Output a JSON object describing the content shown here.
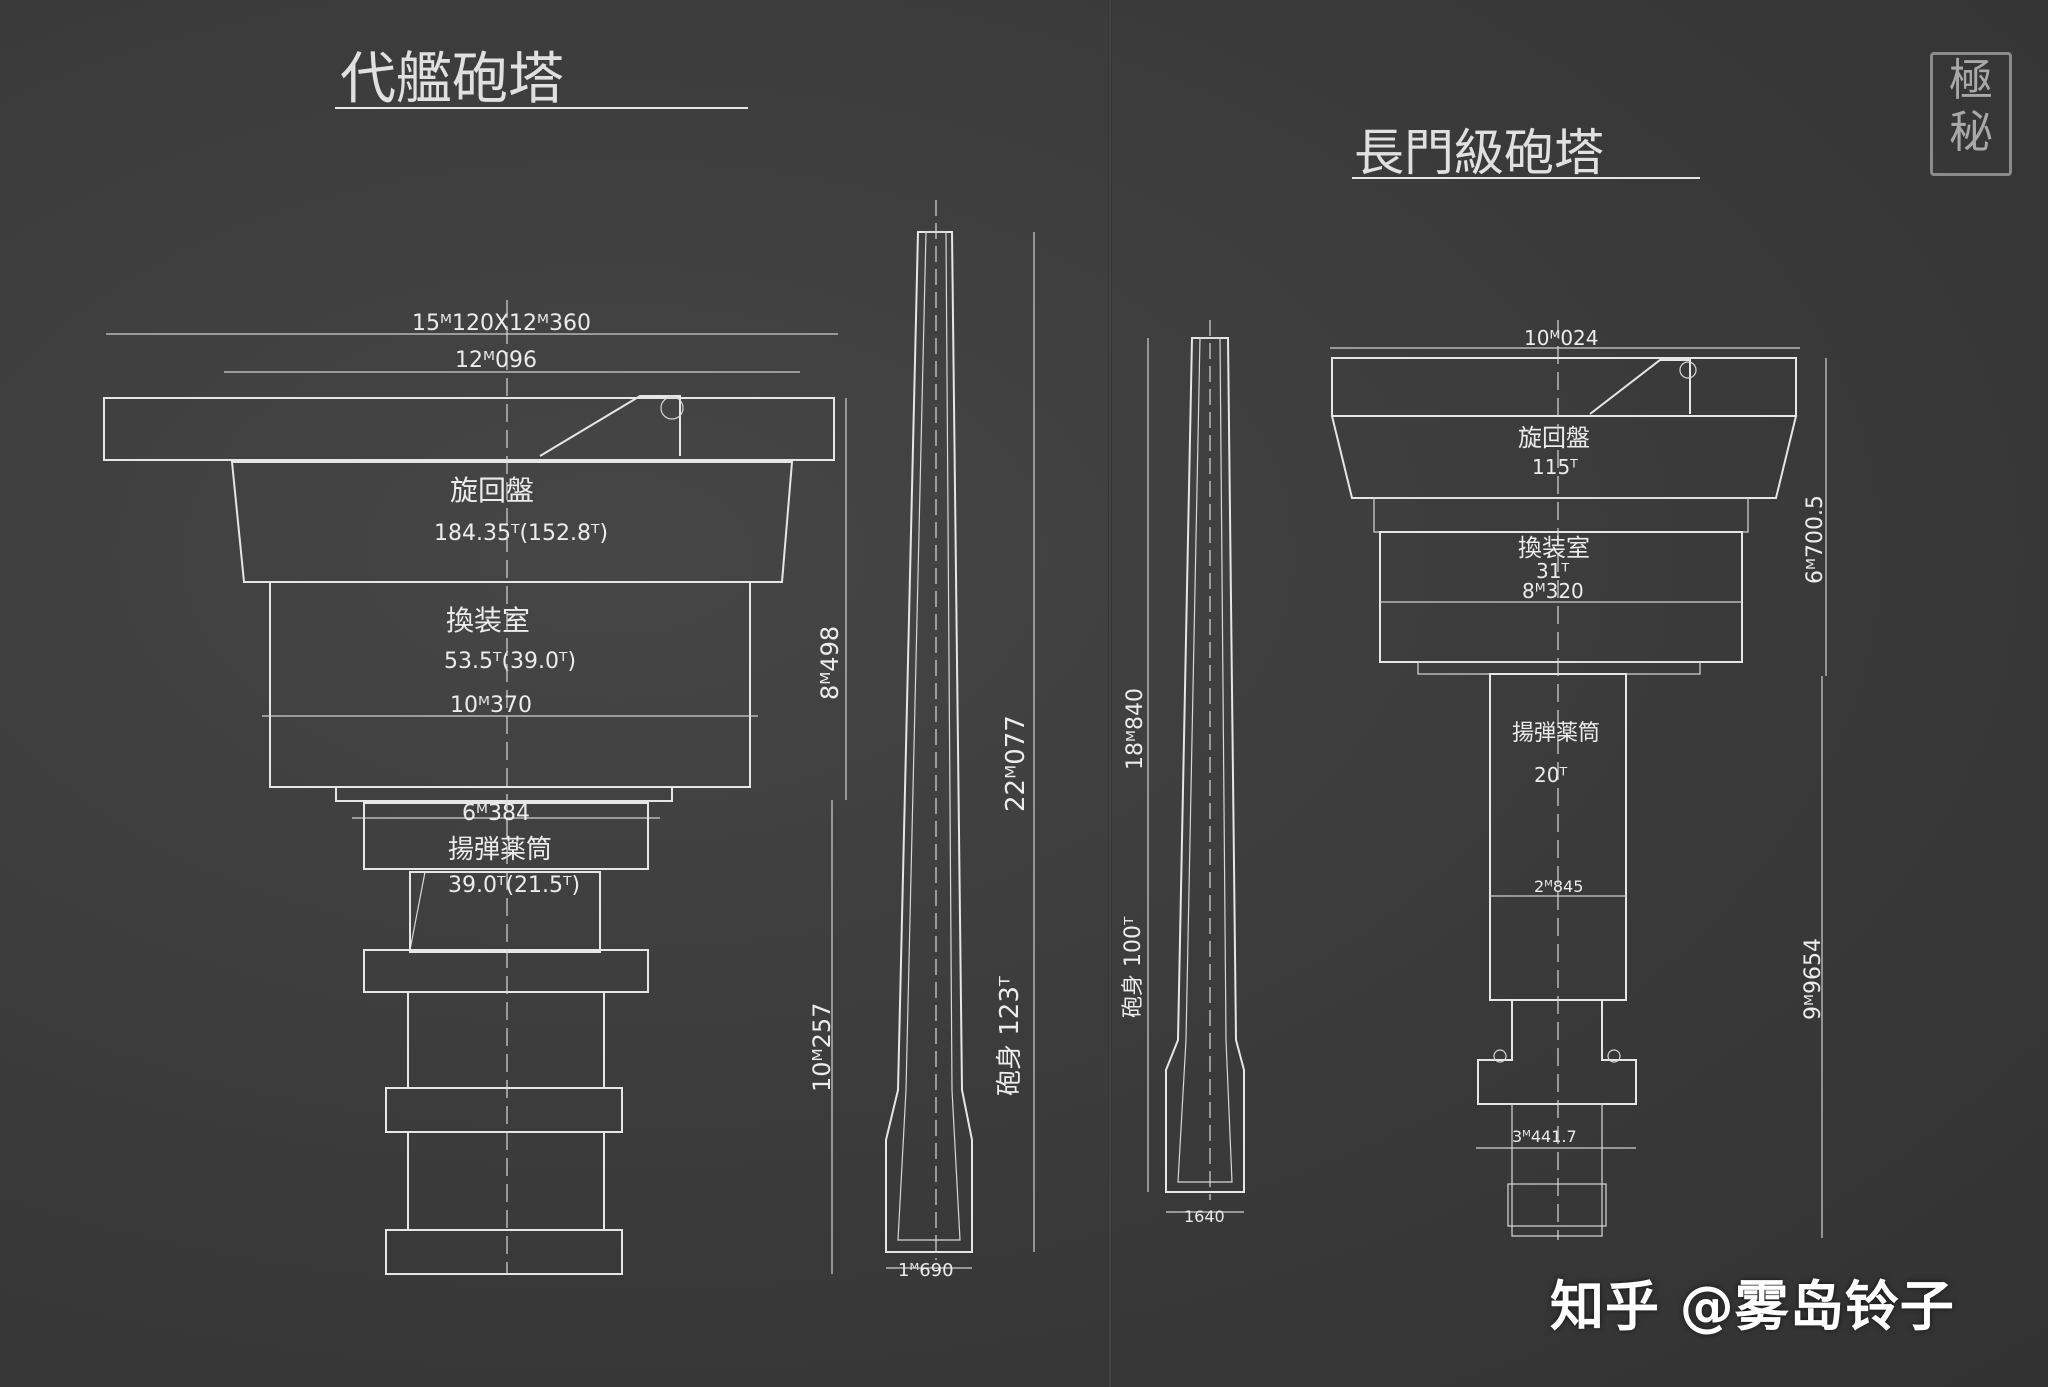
{
  "left_turret": {
    "title": "代艦砲塔",
    "overall_width": "15ᴹ120X12ᴹ360",
    "roof_width": "12ᴹ096",
    "rotating_deck_label": "旋回盤",
    "rotating_deck_weight": "184.35ᵀ(152.8ᵀ)",
    "loading_room_label": "換装室",
    "loading_room_weight": "53.5ᵀ(39.0ᵀ)",
    "loading_room_width": "10ᴹ370",
    "hoist_width": "6ᴹ384",
    "hoist_label": "揚弾薬筒",
    "hoist_weight": "39.0ᵀ(21.5ᵀ)",
    "upper_height": "8ᴹ498",
    "lower_height": "10ᴹ257",
    "gun_length": "22ᴹ077",
    "gun_weight": "砲身 123ᵀ",
    "gun_breech_width": "1ᴹ690"
  },
  "right_turret": {
    "title": "長門級砲塔",
    "roof_width": "10ᴹ024",
    "rotating_deck_label": "旋回盤",
    "rotating_deck_weight": "115ᵀ",
    "loading_room_label": "換装室",
    "loading_room_weight": "31ᵀ",
    "loading_room_width": "8ᴹ320",
    "hoist_label": "揚弾薬筒",
    "hoist_weight": "20ᵀ",
    "hoist_width": "2ᴹ845",
    "base_width": "3ᴹ441.7",
    "upper_height": "6ᴹ700.5",
    "lower_height": "9ᴹ9654",
    "gun_length": "18ᴹ840",
    "gun_weight": "砲身 100ᵀ",
    "gun_breech_width": "1640"
  },
  "seal_text": "極秘",
  "watermark": "知乎 @雾岛铃子"
}
